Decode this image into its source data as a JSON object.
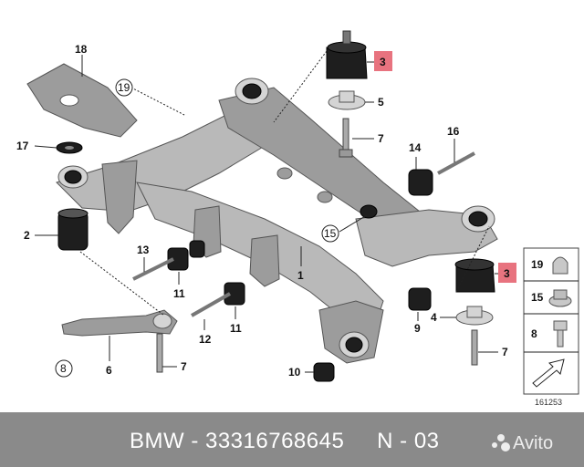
{
  "labels": {
    "l1": "1",
    "l2": "2",
    "l3a": "3",
    "l3b": "3",
    "l4": "4",
    "l5": "5",
    "l6": "6",
    "l7a": "7",
    "l7b": "7",
    "l7c": "7",
    "l8": "8",
    "l9": "9",
    "l10": "10",
    "l11a": "11",
    "l11b": "11",
    "l12": "12",
    "l13": "13",
    "l14": "14",
    "l15": "15",
    "l16": "16",
    "l17": "17",
    "l18": "18",
    "l19": "19"
  },
  "legend": {
    "l19": "19",
    "l15": "15",
    "l8": "8"
  },
  "figure_number": "161253",
  "banner": {
    "brand": "BMW",
    "separator": " - ",
    "part_number": "33316768645",
    "position": "N - 03"
  },
  "watermark": "Avito",
  "colors": {
    "highlight": "#e8737f",
    "banner_bg": "#8a8a8a",
    "frame": "#b9b9b9"
  }
}
